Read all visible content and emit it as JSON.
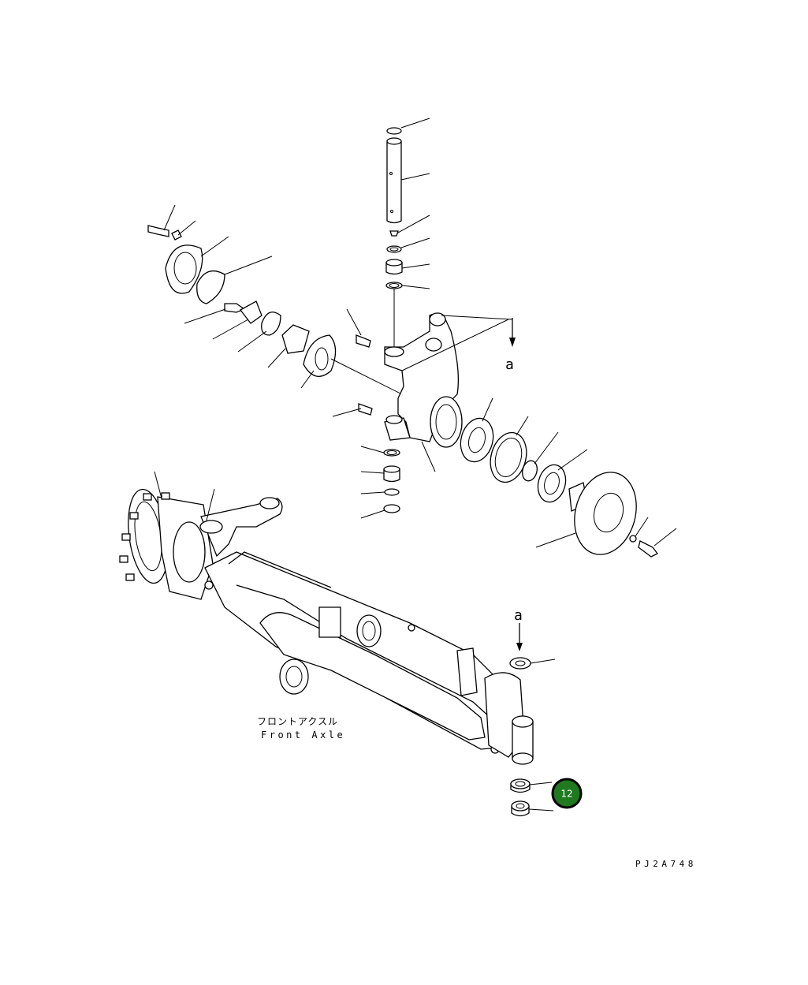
{
  "diagram": {
    "caption_jp": "フロントアクスル",
    "caption_en": "Front Axle",
    "view_label_top": "a",
    "view_label_bottom": "a",
    "drawing_code": "PJ2A748",
    "callouts": [
      {
        "number": "12",
        "color": "#1f7a1f"
      }
    ]
  }
}
